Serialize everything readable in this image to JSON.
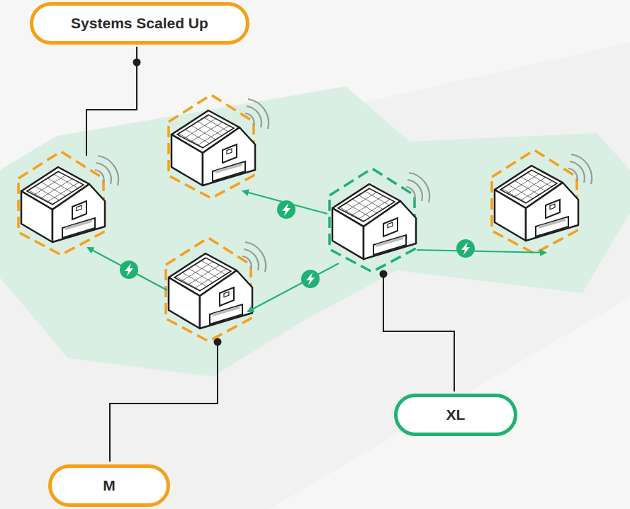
{
  "diagram": {
    "nodes": [
      {
        "text": [
          "Systems Scaled Up"
        ]
      },
      {
        "text": [
          "XL"
        ]
      },
      {
        "text": [
          "M"
        ]
      }
    ]
  }
}
